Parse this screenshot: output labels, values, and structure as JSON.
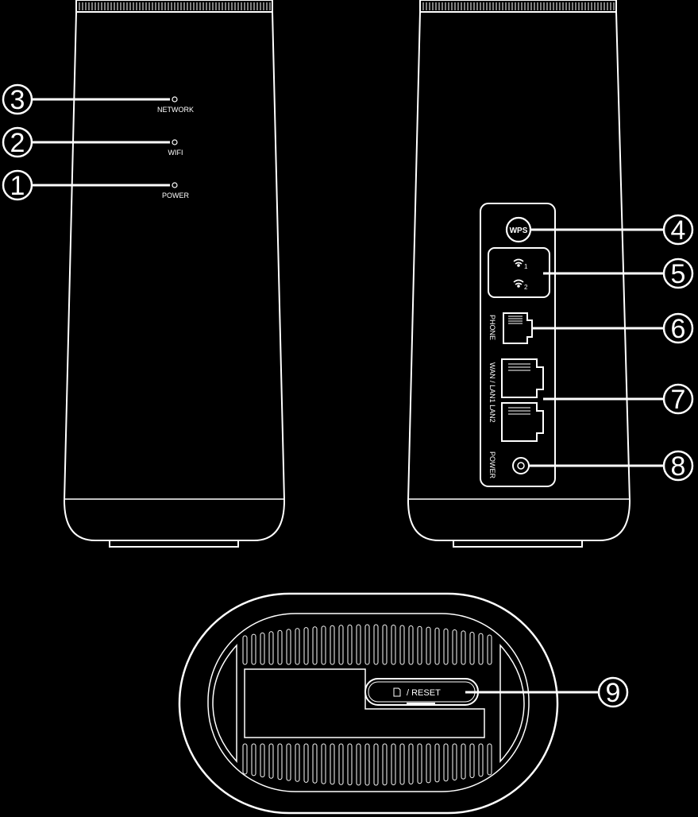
{
  "front_view": {
    "indicators": [
      {
        "number": "3",
        "label": "NETWORK"
      },
      {
        "number": "2",
        "label": "WIFI"
      },
      {
        "number": "1",
        "label": "POWER"
      }
    ]
  },
  "back_view": {
    "callouts": [
      {
        "number": "4",
        "part": "WPS"
      },
      {
        "number": "5",
        "part": "wifi-buttons",
        "sub_labels": [
          "1",
          "2"
        ]
      },
      {
        "number": "6",
        "part": "PHONE"
      },
      {
        "number": "7",
        "part": "WAN / LAN1  LAN2"
      },
      {
        "number": "8",
        "part": "POWER"
      }
    ],
    "port_labels": {
      "wps": "WPS",
      "phone": "PHONE",
      "wan_lan": "WAN / LAN1  LAN2",
      "power": "POWER"
    }
  },
  "bottom_view": {
    "callout_number": "9",
    "reset_label": "/ RESET"
  },
  "colors": {
    "background": "#000000",
    "outline": "#ffffff"
  }
}
